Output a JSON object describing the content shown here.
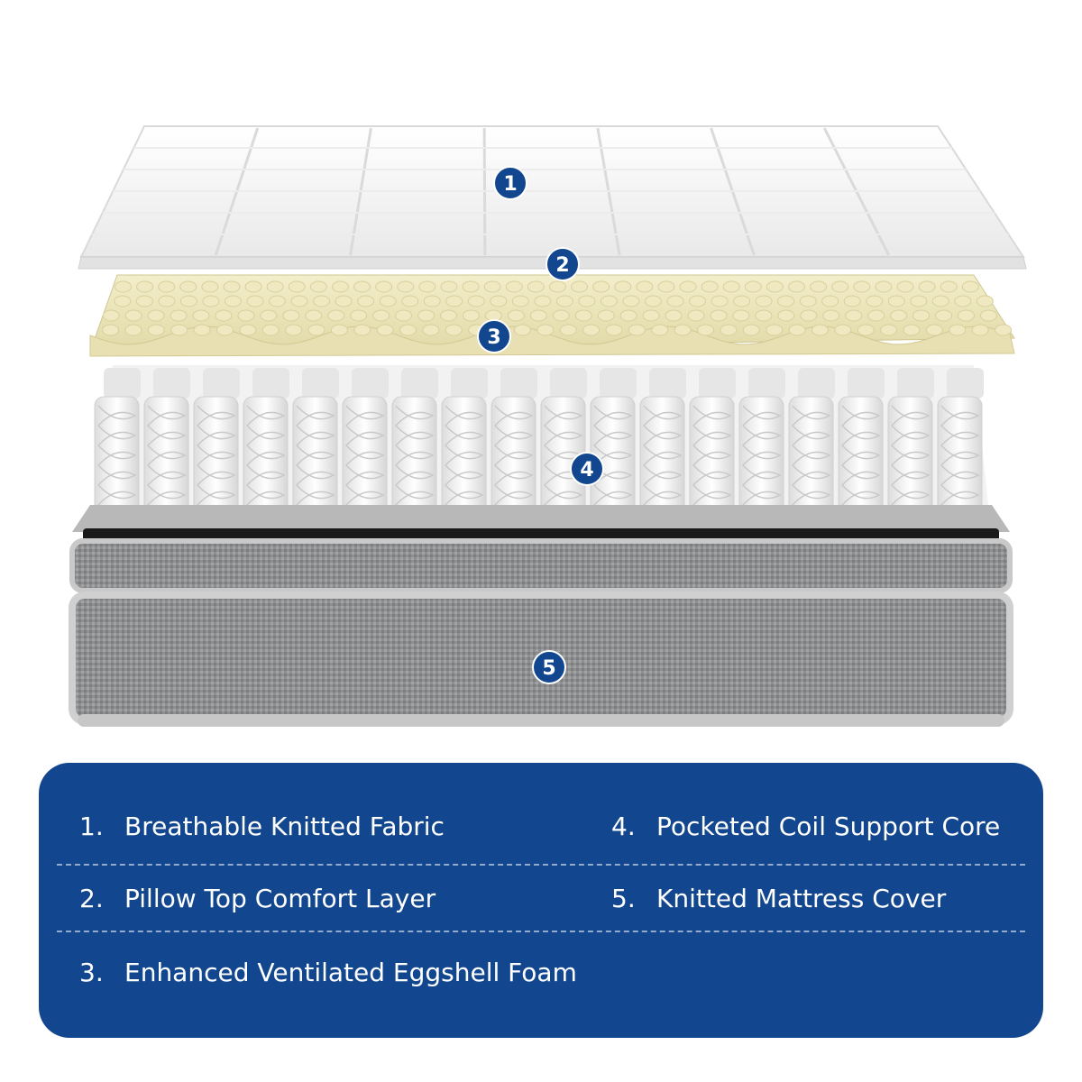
{
  "colors": {
    "marker_fill": "#12478f",
    "panel_background": "#12478f",
    "legend_text": "#ffffff",
    "egg_foam": "#ece5bc",
    "cover_gray": "#8f9092"
  },
  "markers": [
    "1",
    "2",
    "3",
    "4",
    "5"
  ],
  "legend": [
    {
      "num": "1.",
      "text": "Breathable Knitted Fabric"
    },
    {
      "num": "2.",
      "text": "Pillow Top Comfort Layer"
    },
    {
      "num": "3.",
      "text": "Enhanced Ventilated Eggshell Foam"
    },
    {
      "num": "4.",
      "text": "Pocketed Coil Support Core"
    },
    {
      "num": "5.",
      "text": "Knitted Mattress Cover"
    }
  ]
}
